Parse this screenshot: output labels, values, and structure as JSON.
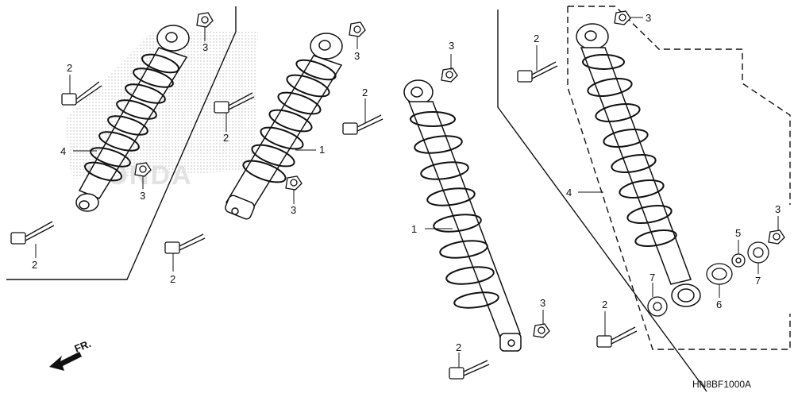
{
  "diagram": {
    "code": "HN8BF1000A",
    "direction_label": "FR.",
    "watermark": "HONDA",
    "callouts": [
      {
        "id": "a-2-top",
        "text": "2"
      },
      {
        "id": "a-3-top",
        "text": "3"
      },
      {
        "id": "a-4",
        "text": "4"
      },
      {
        "id": "a-3-mid",
        "text": "3"
      },
      {
        "id": "a-2-bot",
        "text": "2"
      },
      {
        "id": "b-2-top",
        "text": "2"
      },
      {
        "id": "b-3-top",
        "text": "3"
      },
      {
        "id": "b-1",
        "text": "1"
      },
      {
        "id": "b-3-mid",
        "text": "3"
      },
      {
        "id": "b-2-bot",
        "text": "2"
      },
      {
        "id": "c-3-top",
        "text": "3"
      },
      {
        "id": "c-2-top",
        "text": "2"
      },
      {
        "id": "c-1",
        "text": "1"
      },
      {
        "id": "c-3-bot",
        "text": "3"
      },
      {
        "id": "c-2-bot",
        "text": "2"
      },
      {
        "id": "d-2-top",
        "text": "2"
      },
      {
        "id": "d-3-top",
        "text": "3"
      },
      {
        "id": "d-4",
        "text": "4"
      },
      {
        "id": "d-3-right",
        "text": "3"
      },
      {
        "id": "d-5",
        "text": "5"
      },
      {
        "id": "d-7-right",
        "text": "7"
      },
      {
        "id": "d-6",
        "text": "6"
      },
      {
        "id": "d-7-left",
        "text": "7"
      },
      {
        "id": "d-2-bot",
        "text": "2"
      }
    ]
  }
}
